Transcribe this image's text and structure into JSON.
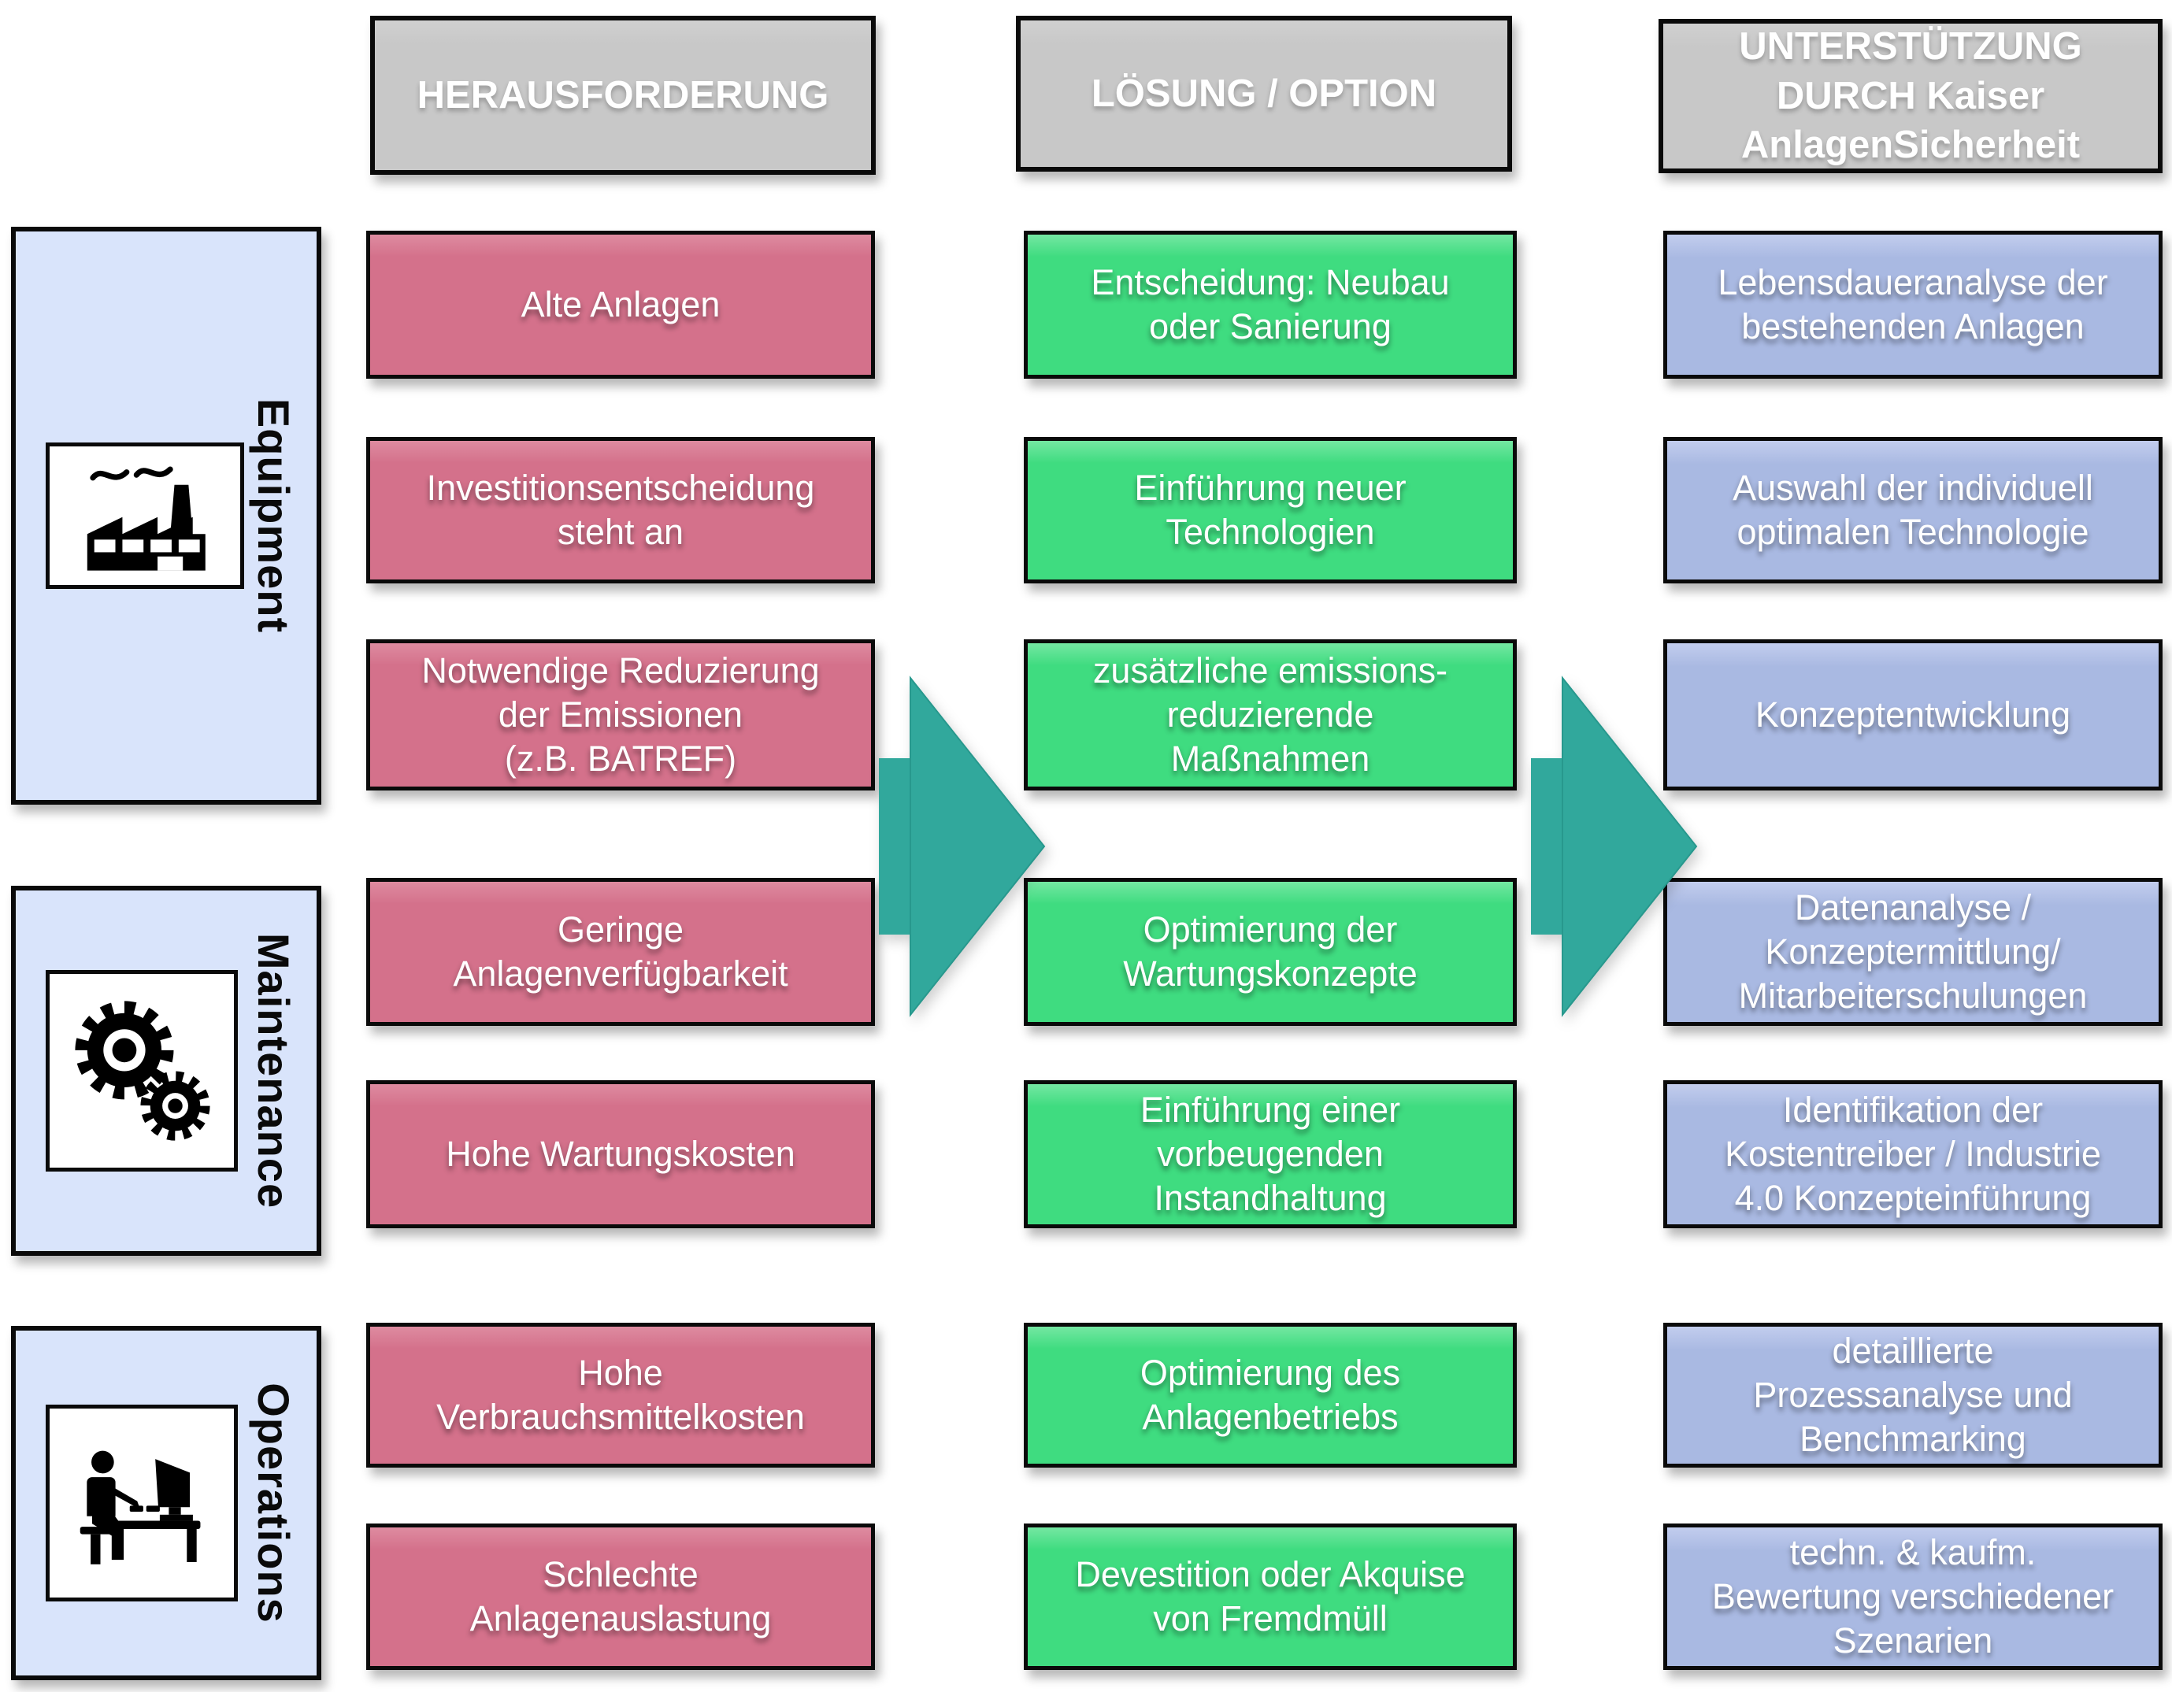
{
  "headers": {
    "challenge": "HERAUSFORDERUNG",
    "solution": "LÖSUNG / OPTION",
    "support": "UNTERSTÜTZUNG\nDURCH Kaiser\nAnlagenSicherheit"
  },
  "categories": [
    {
      "label": "Equipment",
      "icon": "factory-icon"
    },
    {
      "label": "Maintenance",
      "icon": "gears-icon"
    },
    {
      "label": "Operations",
      "icon": "operator-at-computer-icon"
    }
  ],
  "rows": [
    {
      "challenge": "Alte Anlagen",
      "solution": "Entscheidung: Neubau\noder Sanierung",
      "support": "Lebensdaueranalyse der\nbestehenden Anlagen"
    },
    {
      "challenge": "Investitionsentscheidung\nsteht an",
      "solution": "Einführung neuer\nTechnologien",
      "support": "Auswahl der individuell\noptimalen Technologie"
    },
    {
      "challenge": "Notwendige Reduzierung\nder Emissionen\n(z.B. BATREF)",
      "solution": "zusätzliche emissions-\nreduzierende\nMaßnahmen",
      "support": "Konzeptentwicklung"
    },
    {
      "challenge": "Geringe\nAnlagenverfügbarkeit",
      "solution": "Optimierung der\nWartungskonzepte",
      "support": "Datenanalyse /\nKonzeptermittlung/\nMitarbeiterschulungen"
    },
    {
      "challenge": "Hohe Wartungskosten",
      "solution": "Einführung einer\nvorbeugenden\nInstandhaltung",
      "support": "Identifikation der\nKostentreiber / Industrie\n4.0 Konzepteinführung"
    },
    {
      "challenge": "Hohe\nVerbrauchsmittelkosten",
      "solution": "Optimierung des\nAnlagenbetriebs",
      "support": "detaillierte\nProzessanalyse und\nBenchmarking"
    },
    {
      "challenge": "Schlechte\nAnlagenauslastung",
      "solution": "Devestition oder Akquise\nvon Fremdmüll",
      "support": "techn. & kaufm.\nBewertung verschiedener\nSzenarien"
    }
  ],
  "arrows": [
    {
      "name": "challenge-to-solution-arrow",
      "direction": "right"
    },
    {
      "name": "solution-to-support-arrow",
      "direction": "right"
    }
  ],
  "colors": {
    "header_gray": "#c8c8c8",
    "challenge_pink": "#d4718b",
    "solution_green": "#3fdc80",
    "support_blue": "#a9b9e2",
    "category_light_blue": "#d9e4fb",
    "arrow_teal": "#31a89c",
    "border_black": "#0a0a0a",
    "text_white": "#ffffff"
  }
}
